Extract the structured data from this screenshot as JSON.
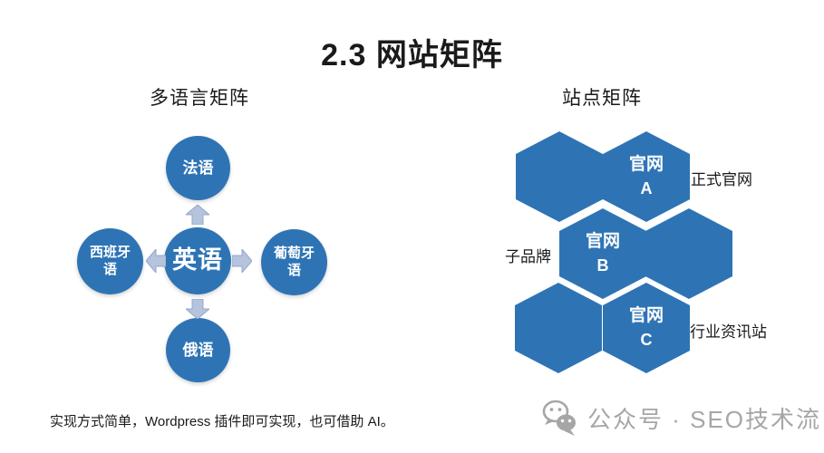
{
  "title": "2.3 网站矩阵",
  "multilingual": {
    "heading": "多语言矩阵",
    "center": {
      "label": "英语"
    },
    "top": {
      "label": "法语"
    },
    "left": {
      "line1": "西班牙",
      "line2": "语"
    },
    "right": {
      "line1": "葡萄牙",
      "line2": "语"
    },
    "bottom": {
      "label": "俄语"
    },
    "arrows": [
      "up",
      "down",
      "left",
      "right"
    ]
  },
  "site": {
    "heading": "站点矩阵",
    "hexagons": [
      {
        "line1": "官网",
        "line2": "A"
      },
      {
        "line1": "官网",
        "line2": "B"
      },
      {
        "line1": "官网",
        "line2": "C"
      }
    ],
    "annotations": {
      "a": "正式官网",
      "b": "子品牌",
      "c": "行业资讯站"
    }
  },
  "footer": {
    "note": "实现方式简单，Wordpress 插件即可实现，也可借助 AI。"
  },
  "watermark": {
    "icon": "wechat-icon",
    "label": "公众号 · SEO技术流"
  },
  "colors": {
    "shape_blue": "#2E74B5",
    "arrow_fill": "#B5C3DC",
    "arrow_border": "#93A7CB",
    "watermark_gray": "#A6A6A6",
    "text_black": "#1A1A1A"
  }
}
